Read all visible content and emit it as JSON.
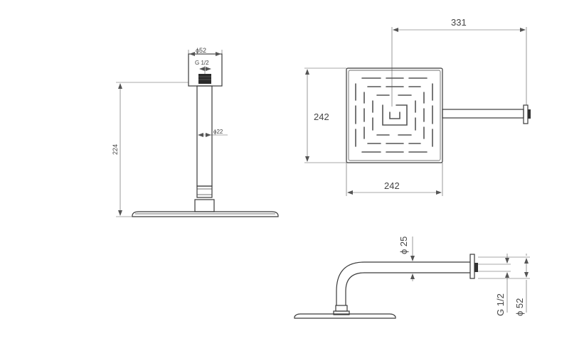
{
  "views": {
    "side": {
      "dia_top": "ϕ52",
      "thread": "G 1/2",
      "dia_pipe": "ϕ22",
      "height": "224"
    },
    "top": {
      "arm_length": "331",
      "depth": "242",
      "width": "242"
    },
    "arm": {
      "dia_arm": "ϕ 25",
      "thread": "G 1/2",
      "dia_flange": "ϕ 52"
    }
  },
  "colors": {
    "line": "#3a3a3a",
    "dim": "#555555"
  }
}
